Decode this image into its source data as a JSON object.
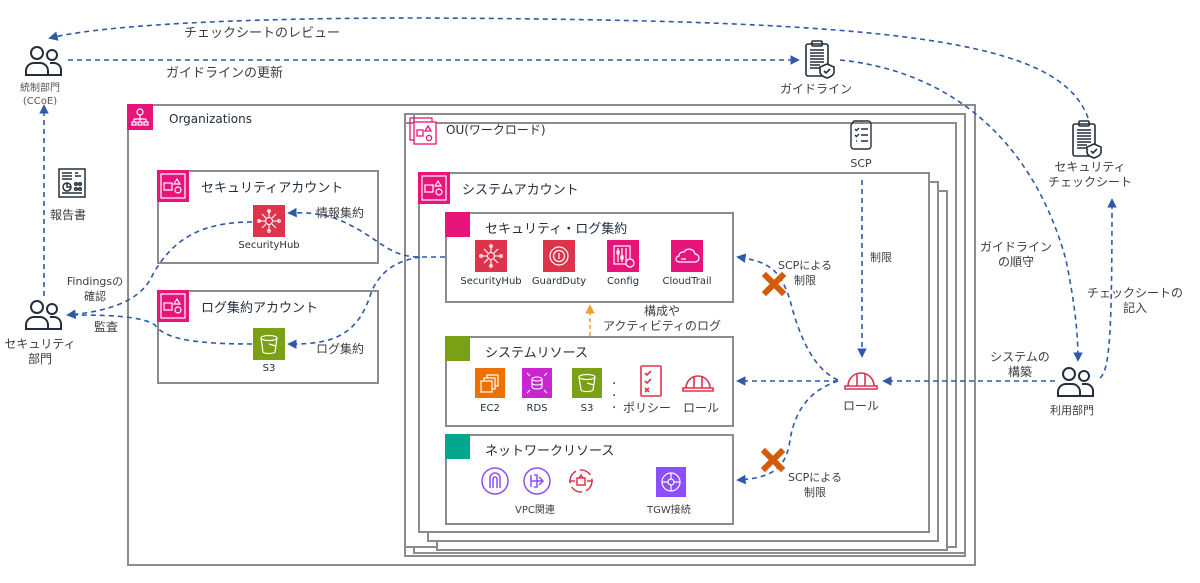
{
  "actors": {
    "ccoe": {
      "label_line1": "統制部門",
      "label_line2": "(CCoE)"
    },
    "security_dept": {
      "label_line1": "セキュリティ",
      "label_line2": "部門"
    },
    "user_dept": {
      "label": "利用部門"
    }
  },
  "documents": {
    "guideline": {
      "label": "ガイドライン"
    },
    "security_checksheet": {
      "label_line1": "セキュリティ",
      "label_line2": "チェックシート"
    },
    "report": {
      "label": "報告書"
    },
    "scp": {
      "label": "SCP"
    }
  },
  "flows": {
    "checksheet_review": "チェックシートのレビュー",
    "guideline_update": "ガイドラインの更新",
    "findings_confirm_line1": "Findingsの",
    "findings_confirm_line2": "確認",
    "audit": "監査",
    "info_aggregation": "情報集約",
    "log_aggregation": "ログ集約",
    "config_activity_log_line1": "構成や",
    "config_activity_log_line2": "アクティビティのログ",
    "scp_restrict_top_line1": "SCPによる",
    "scp_restrict_top_line2": "制限",
    "scp_restrict_bottom_line1": "SCPによる",
    "scp_restrict_bottom_line2": "制限",
    "restrict": "制限",
    "guideline_compliance_line1": "ガイドライン",
    "guideline_compliance_line2": "の順守",
    "checksheet_fill_line1": "チェックシートの",
    "checksheet_fill_line2": "記入",
    "system_build_line1": "システムの",
    "system_build_line2": "構築"
  },
  "organizations": {
    "title": "Organizations",
    "security_account": {
      "title": "セキュリティアカウント",
      "service": "SecurityHub"
    },
    "log_account": {
      "title": "ログ集約アカウント",
      "service": "S3"
    },
    "ou": {
      "title": "OU(ワークロード)",
      "system_account": {
        "title": "システムアカウント",
        "security_log": {
          "title": "セキュリティ・ログ集約",
          "services": [
            "SecurityHub",
            "GuardDuty",
            "Config",
            "CloudTrail"
          ]
        },
        "system_resources": {
          "title": "システムリソース",
          "services": [
            "EC2",
            "RDS",
            "S3"
          ],
          "policy": "ポリシー",
          "role": "ロール"
        },
        "network_resources": {
          "title": "ネットワークリソース",
          "vpc_label": "VPC関連",
          "tgw_label": "TGW接続"
        }
      }
    }
  },
  "role": {
    "label": "ロール"
  },
  "colors": {
    "arrow": "#2e5aa8",
    "pink": "#e7157b",
    "red": "#dd344c",
    "green": "#7aa116",
    "teal": "#01a88d",
    "orange": "#ed7100",
    "purple": "#c925d1",
    "violet": "#8c4fff",
    "deny": "#d45b07"
  }
}
